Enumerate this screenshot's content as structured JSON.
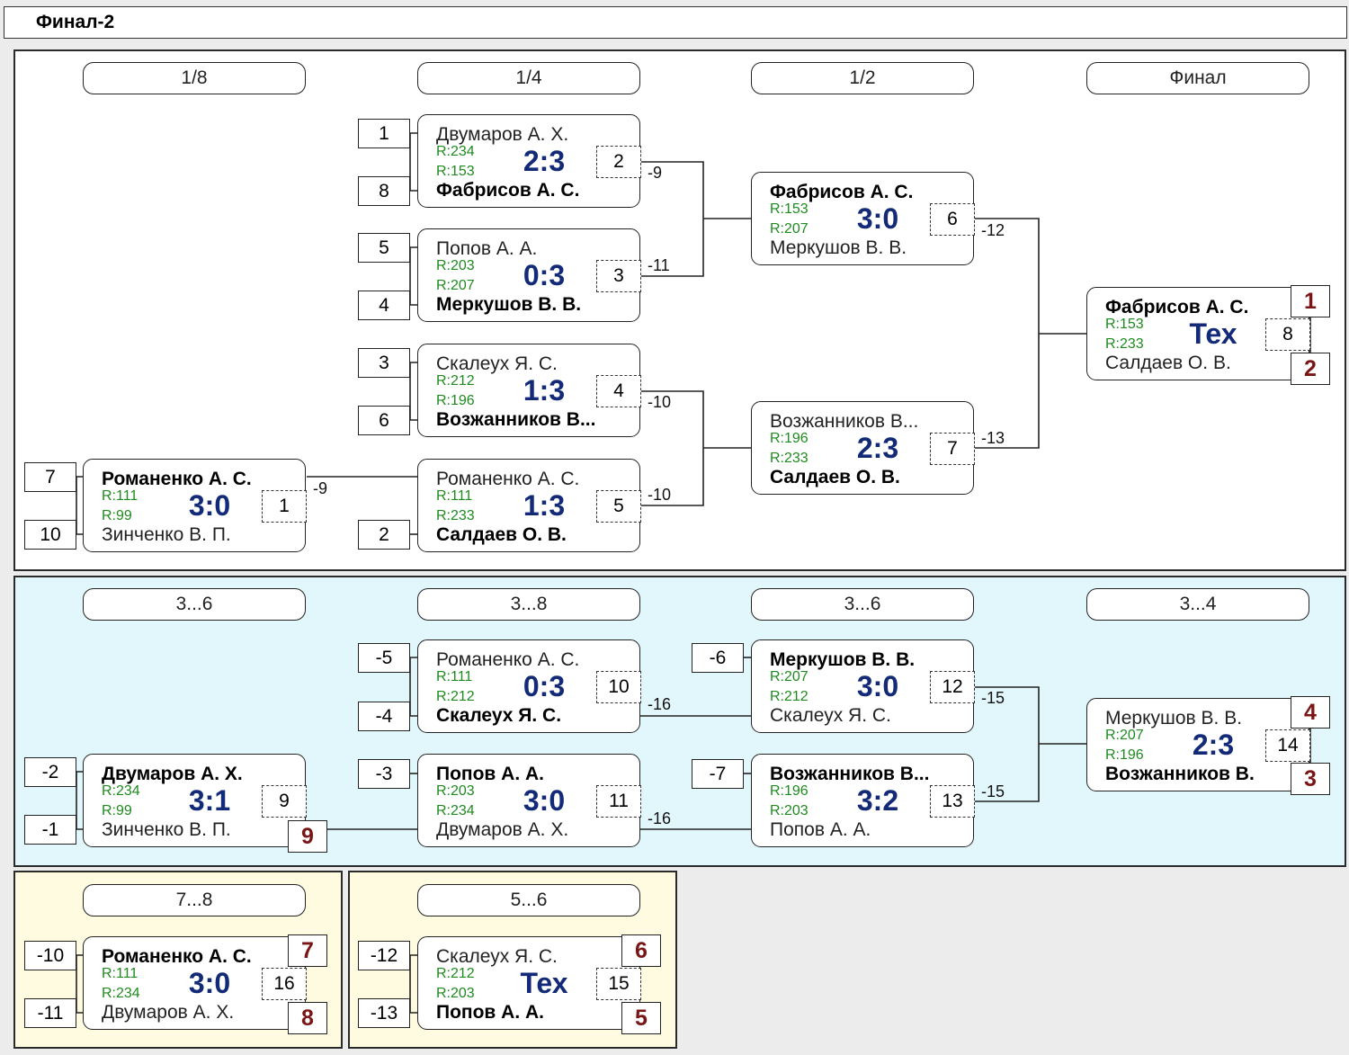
{
  "title": "Финал-2",
  "rounds": {
    "r16": "1/8",
    "qf": "1/4",
    "sf": "1/2",
    "final": "Финал",
    "c36a": "3...6",
    "c38": "3...8",
    "c36b": "3...6",
    "c34": "3...4",
    "c78": "7...8",
    "c56": "5...6"
  },
  "matches": {
    "q1": {
      "p1": "Двумаров А. Х.",
      "r1": "R:234",
      "p2": "Фабрисов А. С.",
      "r2": "R:153",
      "score": "2:3",
      "num": "2"
    },
    "q2": {
      "p1": "Попов А. А.",
      "r1": "R:203",
      "p2": "Меркушов В. В.",
      "r2": "R:207",
      "score": "0:3",
      "num": "3"
    },
    "q3": {
      "p1": "Скалеух Я. С.",
      "r1": "R:212",
      "p2": "Возжанников В...",
      "r2": "R:196",
      "score": "1:3",
      "num": "4"
    },
    "q4": {
      "p1": "Романенко А. С.",
      "r1": "R:111",
      "p2": "Салдаев О. В.",
      "r2": "R:233",
      "score": "1:3",
      "num": "5"
    },
    "e1": {
      "p1": "Романенко А. С.",
      "r1": "R:111",
      "p2": "Зинченко В. П.",
      "r2": "R:99",
      "score": "3:0",
      "num": "1"
    },
    "s1": {
      "p1": "Фабрисов А. С.",
      "r1": "R:153",
      "p2": "Меркушов В. В.",
      "r2": "R:207",
      "score": "3:0",
      "num": "6"
    },
    "s2": {
      "p1": "Возжанников В...",
      "r1": "R:196",
      "p2": "Салдаев О. В.",
      "r2": "R:233",
      "score": "2:3",
      "num": "7"
    },
    "f1": {
      "p1": "Фабрисов А. С.",
      "r1": "R:153",
      "p2": "Салдаев О. В.",
      "r2": "R:233",
      "score": "Тех",
      "num": "8"
    },
    "c1": {
      "p1": "Двумаров А. Х.",
      "r1": "R:234",
      "p2": "Зинченко В. П.",
      "r2": "R:99",
      "score": "3:1",
      "num": "9"
    },
    "c2": {
      "p1": "Романенко А. С.",
      "r1": "R:111",
      "p2": "Скалеух Я. С.",
      "r2": "R:212",
      "score": "0:3",
      "num": "10"
    },
    "c3": {
      "p1": "Попов А. А.",
      "r1": "R:203",
      "p2": "Двумаров А. Х.",
      "r2": "R:234",
      "score": "3:0",
      "num": "11"
    },
    "c4": {
      "p1": "Меркушов В. В.",
      "r1": "R:207",
      "p2": "Скалеух Я. С.",
      "r2": "R:212",
      "score": "3:0",
      "num": "12"
    },
    "c5": {
      "p1": "Возжанников В...",
      "r1": "R:196",
      "p2": "Попов А. А.",
      "r2": "R:203",
      "score": "3:2",
      "num": "13"
    },
    "c6": {
      "p1": "Меркушов В. В.",
      "r1": "R:207",
      "p2": "Возжанников В.",
      "r2": "R:196",
      "score": "2:3",
      "num": "14"
    },
    "c7": {
      "p1": "Скалеух Я. С.",
      "r1": "R:212",
      "p2": "Попов А. А.",
      "r2": "R:203",
      "score": "Тех",
      "num": "15"
    },
    "c8": {
      "p1": "Романенко А. С.",
      "r1": "R:111",
      "p2": "Двумаров А. Х.",
      "r2": "R:234",
      "score": "3:0",
      "num": "16"
    }
  },
  "seeds": {
    "s1": "1",
    "s8": "8",
    "s5": "5",
    "s4": "4",
    "s3": "3",
    "s6": "6",
    "s7": "7",
    "s10": "10",
    "s2": "2",
    "l5": "-5",
    "l4": "-4",
    "l6": "-6",
    "l2": "-2",
    "l1": "-1",
    "l3": "-3",
    "l7": "-7",
    "l10": "-10",
    "l11": "-11",
    "l12": "-12",
    "l13": "-13"
  },
  "places": {
    "p1": "1",
    "p2": "2",
    "p4": "4",
    "p3": "3",
    "p9": "9",
    "p7": "7",
    "p8": "8",
    "p6": "6",
    "p5": "5"
  },
  "loser_labels": {
    "a": "-9",
    "b": "-11",
    "c": "-10",
    "d": "-9",
    "e": "-10",
    "f": "-12",
    "g": "-13",
    "h": "-16",
    "i": "-16",
    "j": "-15",
    "k": "-15"
  }
}
